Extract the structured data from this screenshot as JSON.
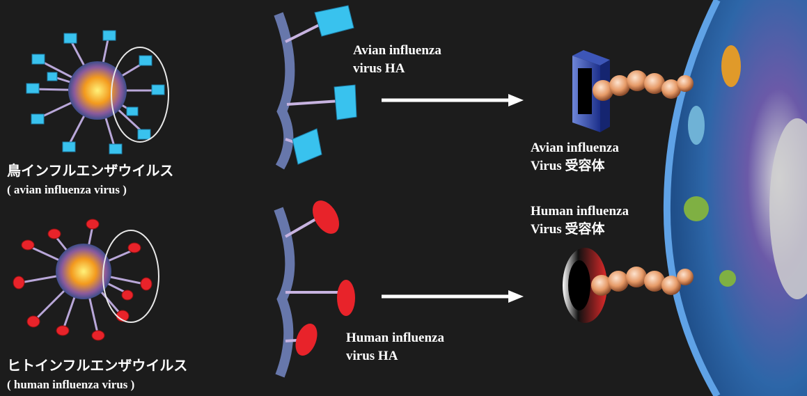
{
  "virus_labels": {
    "avian_jp": "鳥インフルエンザウイルス",
    "avian_en": "( avian influenza virus )",
    "human_jp": "ヒトインフルエンザウイルス",
    "human_en": "( human influenza virus )"
  },
  "ha_labels": {
    "avian_line1": "Avian influenza",
    "avian_line2": "virus HA",
    "human_line1": "Human influenza",
    "human_line2": "virus HA"
  },
  "receptor_labels": {
    "avian_line1": "Avian influenza",
    "avian_line2": "Virus  受容体",
    "human_line1": "Human influenza",
    "human_line2": "Virus  受容体"
  },
  "colors": {
    "background": "#1c1c1c",
    "avian_spike": "#39c2ee",
    "human_spike": "#e8232a",
    "cell_membrane": "#2f74c4",
    "arrow": "#ffffff"
  }
}
